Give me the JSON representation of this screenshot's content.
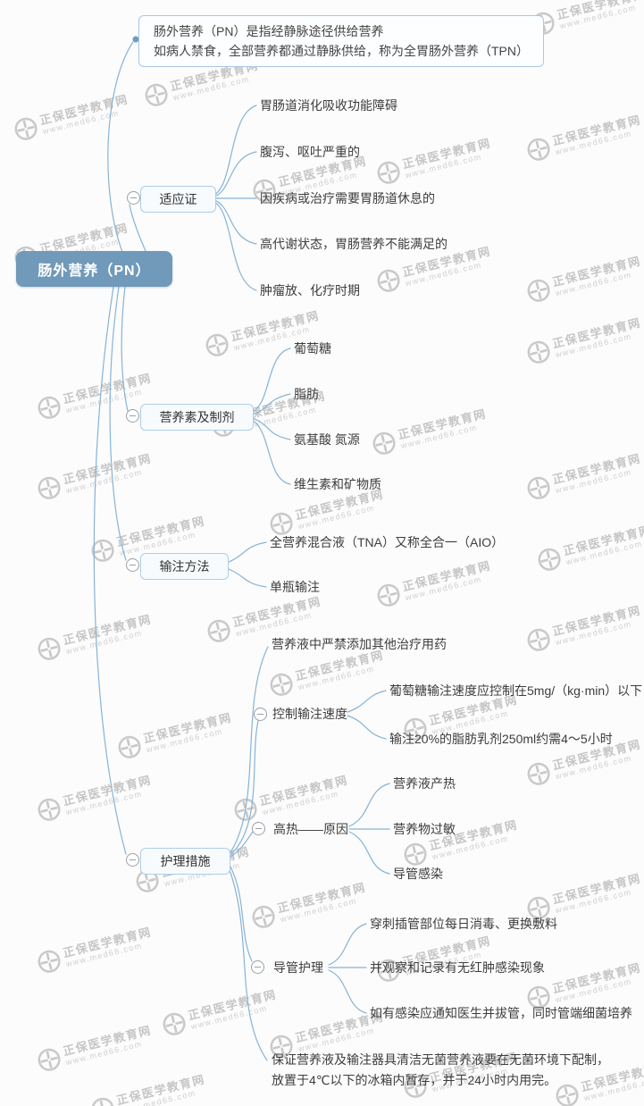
{
  "watermark": {
    "brand": "正保医学教育网",
    "url": "www.med66.com"
  },
  "colors": {
    "root_bg": "#7099ba",
    "line": "#86b3d7",
    "box_border": "#aecde8",
    "collapse_icon": "#9aa0a6",
    "watermark_gray": "#c6c6c6"
  },
  "root_label": "肠外营养（PN）",
  "note": {
    "line1": "肠外营养（PN）是指经静脉途径供给营养",
    "line2": "如病人禁食，全部营养都通过静脉供给，称为全胃肠外营养（TPN）"
  },
  "branches": [
    {
      "label": "适应证",
      "children": [
        "胃肠道消化吸收功能障碍",
        "腹泻、呕吐严重的",
        "因疾病或治疗需要胃肠道休息的",
        "高代谢状态，胃肠营养不能满足的",
        "肿瘤放、化疗时期"
      ]
    },
    {
      "label": "营养素及制剂",
      "children": [
        "葡萄糖",
        "脂肪",
        "氨基酸 氮源",
        "维生素和矿物质"
      ]
    },
    {
      "label": "输注方法",
      "children": [
        "全营养混合液（TNA）又称全合一（AIO）",
        "单瓶输注"
      ]
    },
    {
      "label": "护理措施",
      "children": [
        "营养液中严禁添加其他治疗用药",
        {
          "label": "控制输注速度",
          "children": [
            "葡萄糖输注速度应控制在5mg/（kg·min）以下",
            "输注20%的脂肪乳剂250ml约需4～5小时"
          ]
        },
        {
          "label": "高热——原因",
          "children": [
            "营养液产热",
            "营养物过敏",
            "导管感染"
          ]
        },
        {
          "label": "导管护理",
          "children": [
            "穿刺插管部位每日消毒、更换敷料",
            "并观察和记录有无红肿感染现象",
            "如有感染应通知医生并拔管，同时管端细菌培养"
          ]
        },
        {
          "lines": [
            "保证营养液及输注器具清洁无菌营养液要在无菌环境下配制，",
            "放置于4℃以下的冰箱内暂存，并于24小时内用完。"
          ]
        }
      ]
    }
  ]
}
